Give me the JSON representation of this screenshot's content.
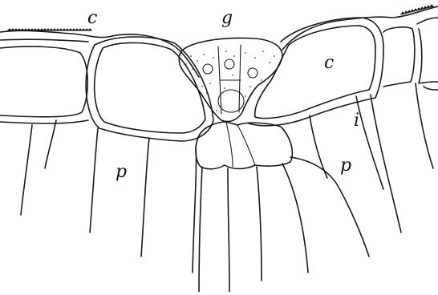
{
  "labels": {
    "c_top": "c",
    "g": "g",
    "c_right": "c",
    "i": "i",
    "p_left": "p",
    "p_right": "p"
  }
}
